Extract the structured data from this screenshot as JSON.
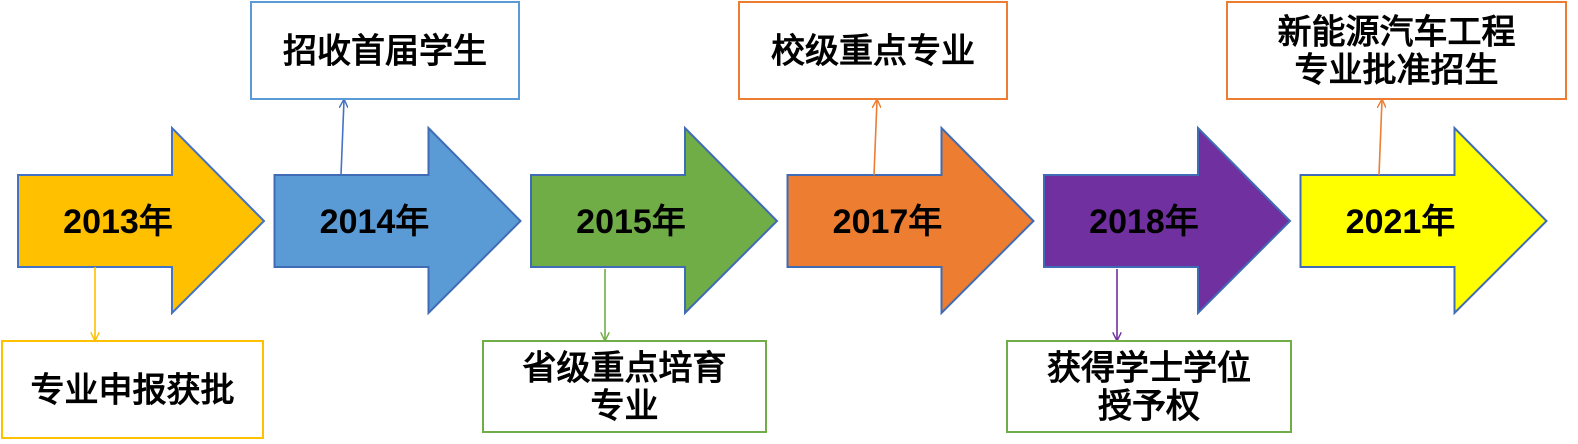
{
  "milestones": [
    {
      "year": "2013年",
      "fill": "#FFC000",
      "stroke": "#4472C4",
      "box_color": "#FFC000",
      "line_color": "#FFC000",
      "position": "below",
      "lines": [
        "专业申报获批"
      ]
    },
    {
      "year": "2014年",
      "fill": "#5B9BD5",
      "stroke": "#3F6CB4",
      "box_color": "#5B9BD5",
      "line_color": "#4472C4",
      "position": "above",
      "lines": [
        "招收首届学生"
      ]
    },
    {
      "year": "2015年",
      "fill": "#70AD47",
      "stroke": "#3F6CB4",
      "box_color": "#70AD47",
      "line_color": "#70AD47",
      "position": "below",
      "lines": [
        "省级重点培育",
        "专业"
      ]
    },
    {
      "year": "2017年",
      "fill": "#ED7D31",
      "stroke": "#3F6CB4",
      "box_color": "#ED7D31",
      "line_color": "#ED7D31",
      "position": "above",
      "lines": [
        "校级重点专业"
      ]
    },
    {
      "year": "2018年",
      "fill": "#7030A0",
      "stroke": "#3F6CB4",
      "box_color": "#70AD47",
      "line_color": "#7030A0",
      "position": "below",
      "lines": [
        "获得学士学位",
        "授予权"
      ]
    },
    {
      "year": "2021年",
      "fill": "#FFFF00",
      "stroke": "#3F6CB4",
      "box_color": "#ED7D31",
      "line_color": "#ED7D31",
      "position": "above",
      "lines": [
        "新能源汽车工程",
        "专业批准招生"
      ]
    }
  ]
}
